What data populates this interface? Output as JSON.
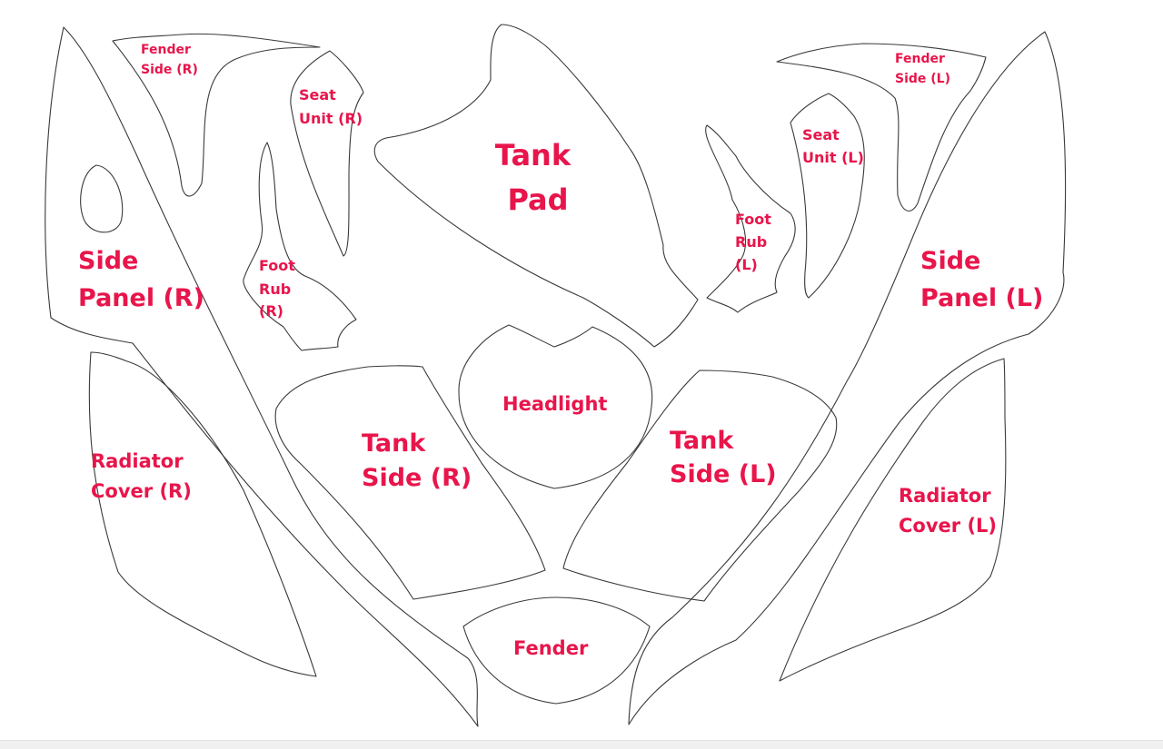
{
  "colors": {
    "label": "#e8154b",
    "outline": "#3a3a3a",
    "background": "#ffffff"
  },
  "pieces": {
    "side_panel_r": [
      "Side",
      "Panel (R)"
    ],
    "fender_side_r": [
      "Fender",
      "Side (R)"
    ],
    "seat_unit_r": [
      "Seat",
      "Unit (R)"
    ],
    "foot_rub_r": [
      "Foot",
      "Rub",
      "(R)"
    ],
    "tank_pad": [
      "Tank",
      "Pad"
    ],
    "foot_rub_l": [
      "Foot",
      "Rub",
      "(L)"
    ],
    "seat_unit_l": [
      "Seat",
      "Unit (L)"
    ],
    "fender_side_l": [
      "Fender",
      "Side (L)"
    ],
    "side_panel_l": [
      "Side",
      "Panel (L)"
    ],
    "headlight": [
      "Headlight"
    ],
    "radiator_cover_r": [
      "Radiator",
      "Cover (R)"
    ],
    "tank_side_r": [
      "Tank",
      "Side (R)"
    ],
    "tank_side_l": [
      "Tank",
      "Side (L)"
    ],
    "radiator_cover_l": [
      "Radiator",
      "Cover (L)"
    ],
    "fender": [
      "Fender"
    ]
  }
}
